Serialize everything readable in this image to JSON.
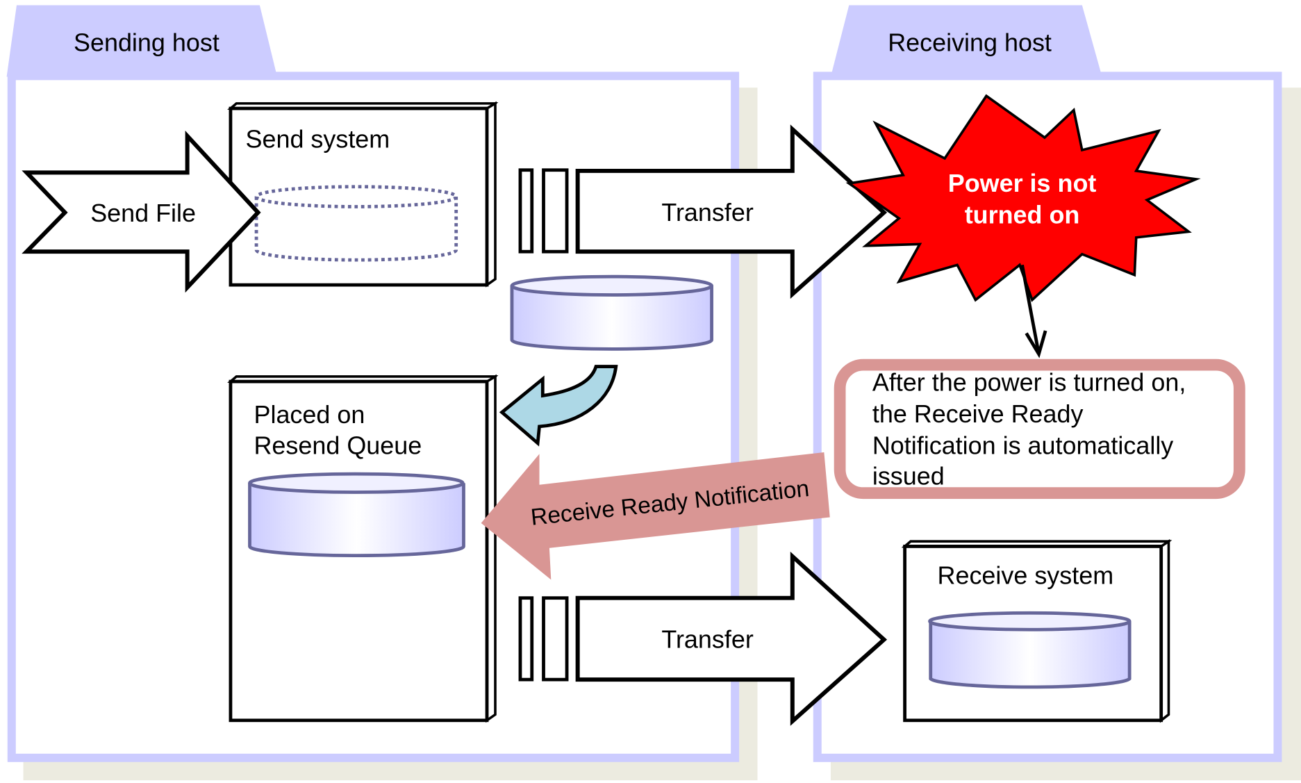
{
  "panels": {
    "sending": {
      "title": "Sending host"
    },
    "receiving": {
      "title": "Receiving host"
    }
  },
  "send_file": {
    "label": "Send File"
  },
  "send_system": {
    "label": "Send system"
  },
  "transfer_top": {
    "label": "Transfer"
  },
  "transfer_bottom": {
    "label": "Transfer"
  },
  "resend_queue": {
    "line1": "Placed on",
    "line2": "Resend Queue"
  },
  "notification_arrow": {
    "label": "Receive Ready Notification"
  },
  "power_burst": {
    "line1": "Power is not",
    "line2": "turned on"
  },
  "callout": {
    "lines": [
      "After the power is turned on,",
      "the Receive Ready",
      "Notification is automatically",
      "issued"
    ]
  },
  "receive_system": {
    "label": "Receive system"
  },
  "colors": {
    "panel_border": "#ccccff",
    "shadow": "#ecebe0",
    "burst": "#ff0000",
    "notification": "#d99694",
    "curved_arrow": "#add8e6",
    "cylinder": "#ccccff",
    "cylinder_stroke": "#66669a"
  }
}
